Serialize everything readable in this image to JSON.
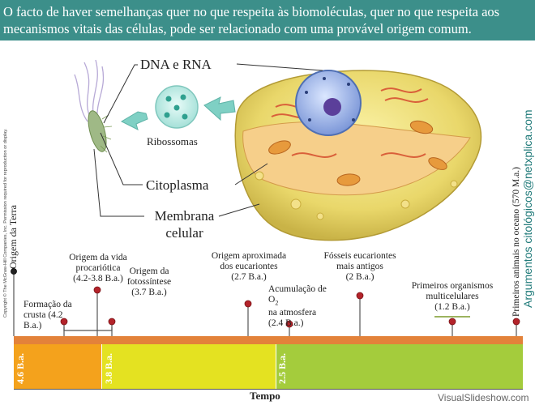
{
  "header": {
    "text": "O facto de haver semelhanças quer no que respeita às biomoléculas, quer no que respeita aos mecanismos vitais das células, pode ser relacionado com uma provável origem comum."
  },
  "cell_labels": {
    "dna_rna": "DNA e RNA",
    "ribosomes": "Ribossomas",
    "cytoplasm": "Citoplasma",
    "membrane": "Membrana celular"
  },
  "copyright": "Copyright © The McGraw-Hill Companies, Inc. Permission required for reproduction or display.",
  "side_title": "Argumentos citológicos@netxplica.com",
  "timeline": {
    "axis_label": "Tempo",
    "events": [
      {
        "label": "Origem da Terra",
        "date": ""
      },
      {
        "label": "Formação da crusta",
        "date": "(4.2 B.a.)"
      },
      {
        "label": "Origem da vida procariótica",
        "date": "(4.2-3.8 B.a.)"
      },
      {
        "label": "Origem da fotossíntese",
        "date": "(3.7 B.a.)"
      },
      {
        "label": "Origem aproximada dos eucariontes",
        "date": "(2.7 B.a.)"
      },
      {
        "label": "Acumulação de O",
        "sub": "2",
        "label_tail": "na atmosfera",
        "date": "(2.4 B.a.)"
      },
      {
        "label": "Fósseis eucariontes mais antigos",
        "date": "(2 B.a.)"
      },
      {
        "label": "Primeiros organismos multicelulares",
        "date": "(1.2 B.a.)"
      },
      {
        "label": "Primeiros animais no oceano (570 M.a.)",
        "date": ""
      }
    ],
    "eras": [
      "4.6 B.a.",
      "3.8 B.a.",
      "2.5 B.a."
    ]
  },
  "footer": "VisualSlideshow.com",
  "colors": {
    "banner": "#3c8f8a",
    "orange": "#f4a21c",
    "yellow": "#e4e221",
    "green": "#a4cc3c",
    "top_bar": "#e3823a",
    "pin": "#b3232a",
    "side_title": "#1f7a79"
  }
}
